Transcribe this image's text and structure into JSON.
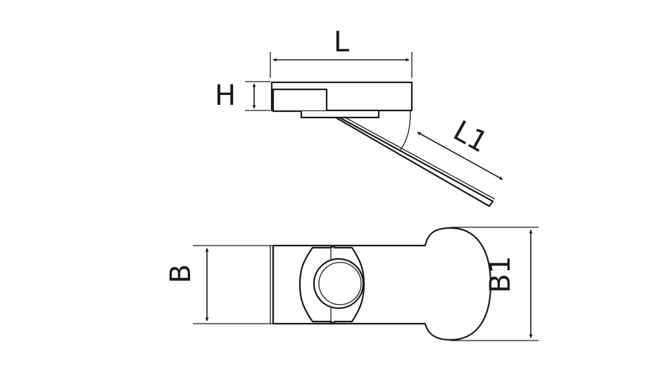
{
  "labels": {
    "length": "L",
    "height": "H",
    "arm_length": "L1",
    "width": "B",
    "head_width": "B1"
  },
  "colors": {
    "line": "#1a1a1a",
    "background": "#ffffff"
  }
}
